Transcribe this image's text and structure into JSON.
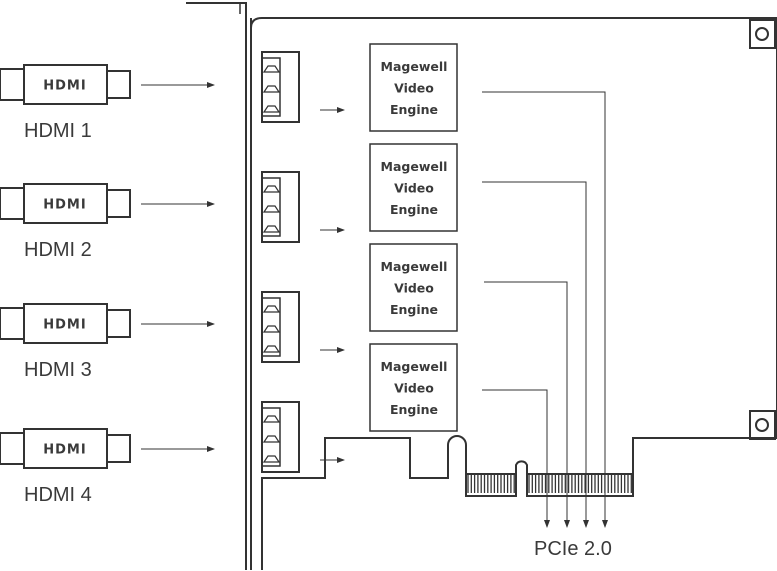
{
  "inputs": [
    {
      "label": "HDMI 1",
      "logo": "HDMI"
    },
    {
      "label": "HDMI 2",
      "logo": "HDMI"
    },
    {
      "label": "HDMI 3",
      "logo": "HDMI"
    },
    {
      "label": "HDMI 4",
      "logo": "HDMI"
    }
  ],
  "engines": [
    {
      "line1": "Magewell",
      "line2": "Video",
      "line3": "Engine"
    },
    {
      "line1": "Magewell",
      "line2": "Video",
      "line3": "Engine"
    },
    {
      "line1": "Magewell",
      "line2": "Video",
      "line3": "Engine"
    },
    {
      "line1": "Magewell",
      "line2": "Video",
      "line3": "Engine"
    }
  ],
  "bus": {
    "label": "PCIe 2.0"
  }
}
